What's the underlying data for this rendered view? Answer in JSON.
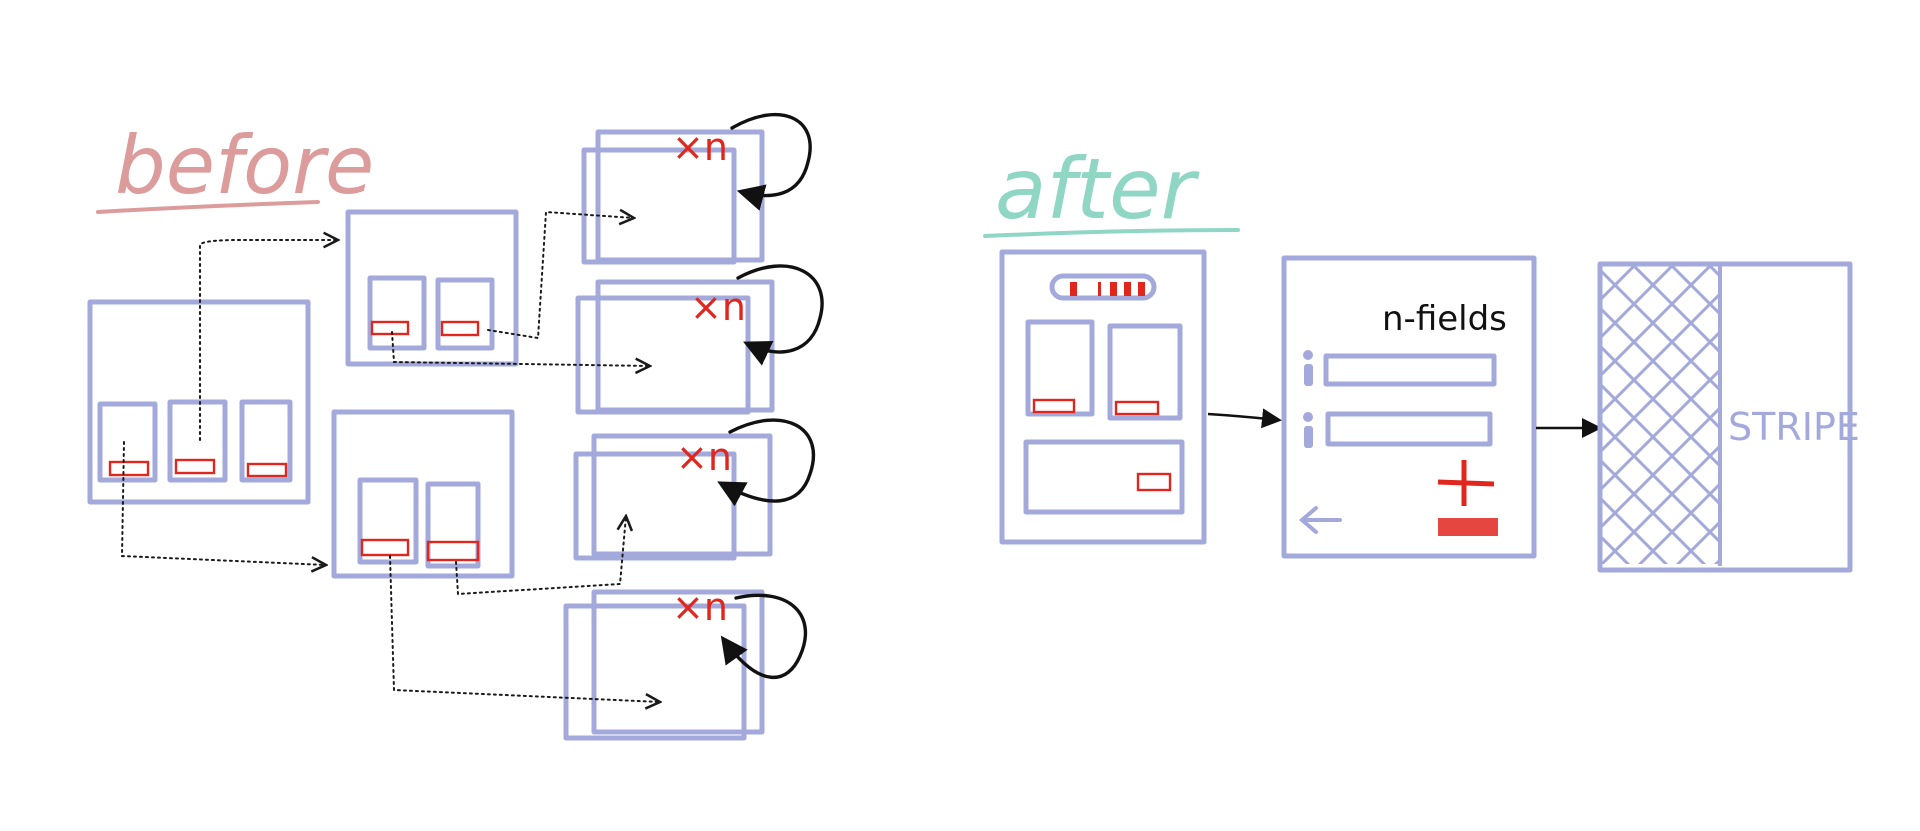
{
  "colors": {
    "frame": "#a3a9db",
    "accent": "#e0261d",
    "before": "#dc9c9c",
    "after": "#8fd6c4",
    "ink": "#111111"
  },
  "labels": {
    "before": "before",
    "after": "after",
    "repeat": "×n",
    "n_fields": "n-fields",
    "stripe": "STRIPE"
  }
}
